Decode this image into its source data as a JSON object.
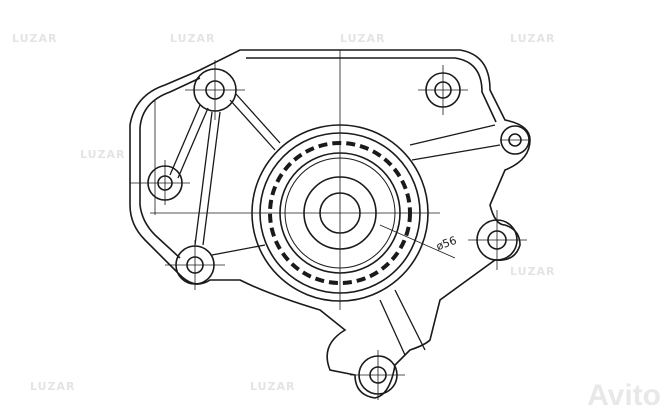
{
  "drawing": {
    "dimension_label": "ø56",
    "line_color": "#1a1a1a"
  },
  "watermark": {
    "brand": "LUZAR",
    "logo": "Avito"
  }
}
